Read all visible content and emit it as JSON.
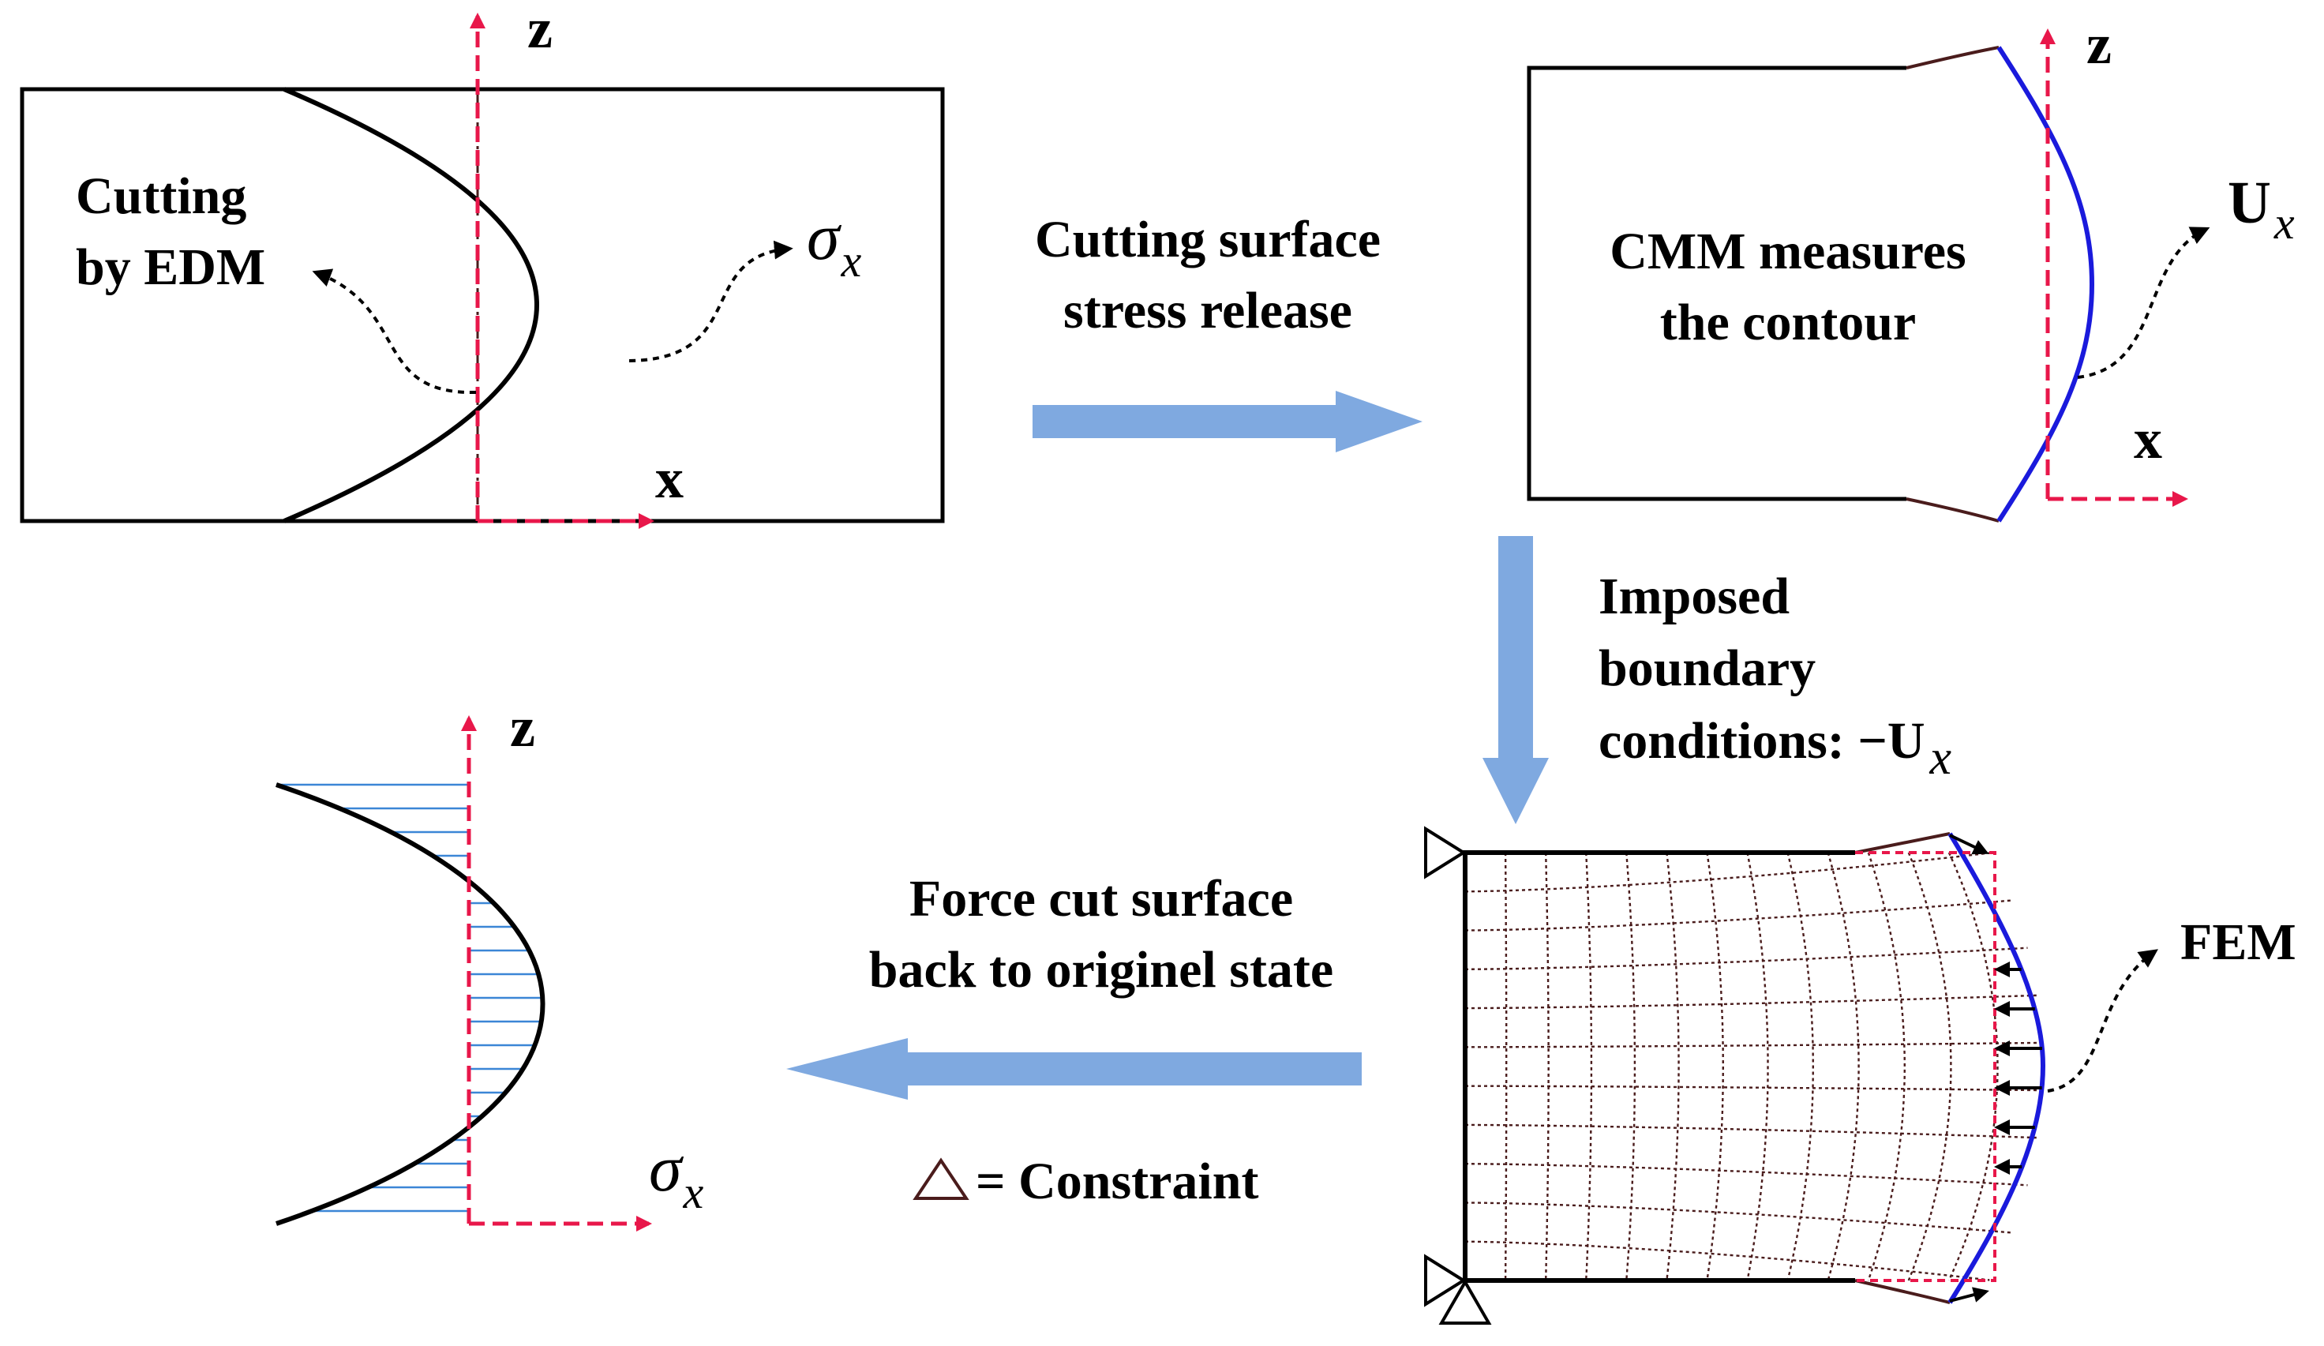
{
  "panels": {
    "cutting": {
      "label_line1": "Cutting",
      "label_line2": "by EDM",
      "axis_x": "x",
      "axis_z": "z",
      "stress_symbol": "σ",
      "stress_sub": "x"
    },
    "cmm": {
      "label_line1": "CMM measures",
      "label_line2": "the contour",
      "axis_x": "x",
      "axis_z": "z",
      "disp_symbol": "U",
      "disp_sub": "x"
    },
    "fem": {
      "label": "FEM",
      "constraint_legend": "= Constraint"
    },
    "result": {
      "axis_z": "z",
      "stress_symbol": "σ",
      "stress_sub": "x"
    }
  },
  "steps": {
    "release_line1": "Cutting surface",
    "release_line2": "stress release",
    "boundary_line1": "Imposed",
    "boundary_line2": "boundary",
    "boundary_line3": "conditions: −U",
    "boundary_sub": "x",
    "force_line1": "Force cut surface",
    "force_line2": "back to originel state"
  },
  "colors": {
    "axis_red": "#e8174a",
    "flow_arrow": "#7fa9e0",
    "contour_blue": "#1a1adc",
    "hatch_blue": "#3b86d6",
    "mesh_brown": "#4a1c1c"
  }
}
